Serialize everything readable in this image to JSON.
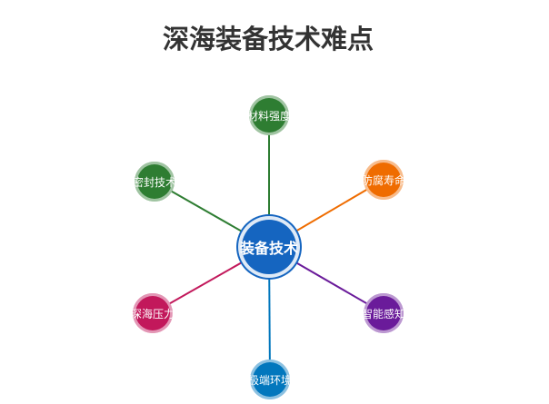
{
  "title": "深海装备技术难点",
  "center": {
    "label": "装备技术",
    "color": "#1565c0"
  },
  "nodes": [
    {
      "label": "材料强度",
      "color": "#2e7d32"
    },
    {
      "label": "防腐寿命",
      "color": "#ef6c00"
    },
    {
      "label": "智能感知",
      "color": "#6a1b9a"
    },
    {
      "label": "极端环境",
      "color": "#0277bd"
    },
    {
      "label": "深海压力",
      "color": "#c2185b"
    },
    {
      "label": "密封技术",
      "color": "#2e7d32"
    }
  ]
}
